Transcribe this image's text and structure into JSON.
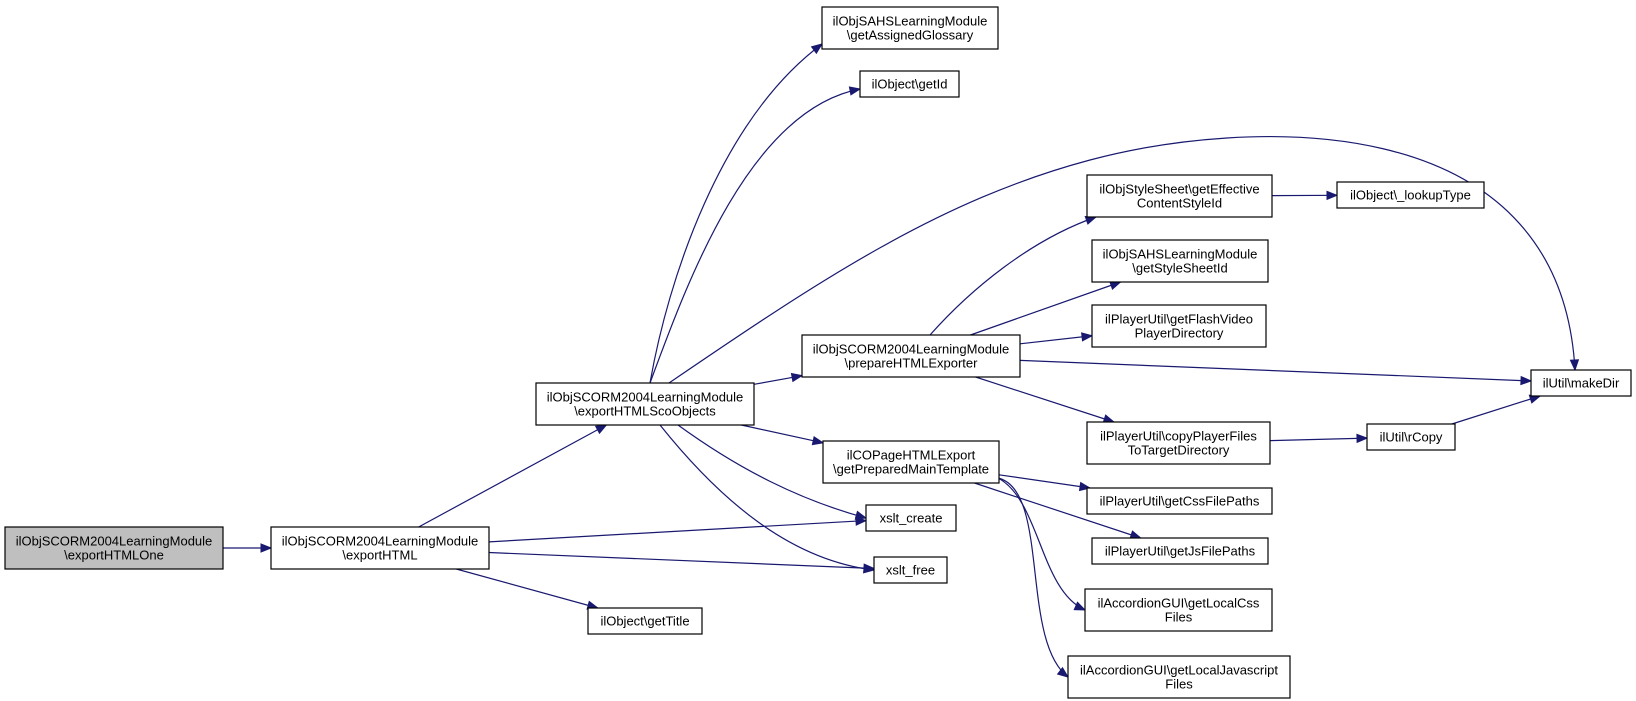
{
  "colors": {
    "edge": "#191970",
    "node_fill": "#ffffff",
    "root_fill": "#bfbfbf",
    "border": "#000000"
  },
  "nodes": [
    {
      "id": "exportHTMLOne",
      "lines": [
        "ilObjSCORM2004LearningModule",
        "\\exportHTMLOne"
      ],
      "root": true
    },
    {
      "id": "exportHTML",
      "lines": [
        "ilObjSCORM2004LearningModule",
        "\\exportHTML"
      ]
    },
    {
      "id": "exportHTMLScoObjects",
      "lines": [
        "ilObjSCORM2004LearningModule",
        "\\exportHTMLScoObjects"
      ]
    },
    {
      "id": "getTitle",
      "lines": [
        "ilObject\\getTitle"
      ]
    },
    {
      "id": "xslt_create",
      "lines": [
        "xslt_create"
      ]
    },
    {
      "id": "xslt_free",
      "lines": [
        "xslt_free"
      ]
    },
    {
      "id": "getAssignedGlossary",
      "lines": [
        "ilObjSAHSLearningModule",
        "\\getAssignedGlossary"
      ]
    },
    {
      "id": "getId",
      "lines": [
        "ilObject\\getId"
      ]
    },
    {
      "id": "prepareHTMLExporter",
      "lines": [
        "ilObjSCORM2004LearningModule",
        "\\prepareHTMLExporter"
      ]
    },
    {
      "id": "getPreparedMainTemplate",
      "lines": [
        "ilCOPageHTMLExport",
        "\\getPreparedMainTemplate"
      ]
    },
    {
      "id": "getEffectiveContentStyleId",
      "lines": [
        "ilObjStyleSheet\\getEffective",
        "ContentStyleId"
      ]
    },
    {
      "id": "getStyleSheetId",
      "lines": [
        "ilObjSAHSLearningModule",
        "\\getStyleSheetId"
      ]
    },
    {
      "id": "getFlashVideoPlayerDirectory",
      "lines": [
        "ilPlayerUtil\\getFlashVideo",
        "PlayerDirectory"
      ]
    },
    {
      "id": "copyPlayerFilesToTargetDirectory",
      "lines": [
        "ilPlayerUtil\\copyPlayerFiles",
        "ToTargetDirectory"
      ]
    },
    {
      "id": "getCssFilePaths",
      "lines": [
        "ilPlayerUtil\\getCssFilePaths"
      ]
    },
    {
      "id": "getJsFilePaths",
      "lines": [
        "ilPlayerUtil\\getJsFilePaths"
      ]
    },
    {
      "id": "getLocalCssFiles",
      "lines": [
        "ilAccordionGUI\\getLocalCss",
        "Files"
      ]
    },
    {
      "id": "getLocalJavascriptFiles",
      "lines": [
        "ilAccordionGUI\\getLocalJavascript",
        "Files"
      ]
    },
    {
      "id": "lookupType",
      "lines": [
        "ilObject\\_lookupType"
      ]
    },
    {
      "id": "rCopy",
      "lines": [
        "ilUtil\\rCopy"
      ]
    },
    {
      "id": "makeDir",
      "lines": [
        "ilUtil\\makeDir"
      ]
    }
  ],
  "edges": [
    [
      "exportHTMLOne",
      "exportHTML"
    ],
    [
      "exportHTML",
      "exportHTMLScoObjects"
    ],
    [
      "exportHTML",
      "xslt_create"
    ],
    [
      "exportHTML",
      "xslt_free"
    ],
    [
      "exportHTML",
      "getTitle"
    ],
    [
      "exportHTMLScoObjects",
      "getAssignedGlossary"
    ],
    [
      "exportHTMLScoObjects",
      "getId"
    ],
    [
      "exportHTMLScoObjects",
      "makeDir"
    ],
    [
      "exportHTMLScoObjects",
      "prepareHTMLExporter"
    ],
    [
      "exportHTMLScoObjects",
      "getPreparedMainTemplate"
    ],
    [
      "exportHTMLScoObjects",
      "xslt_create"
    ],
    [
      "exportHTMLScoObjects",
      "xslt_free"
    ],
    [
      "prepareHTMLExporter",
      "getEffectiveContentStyleId"
    ],
    [
      "prepareHTMLExporter",
      "getStyleSheetId"
    ],
    [
      "prepareHTMLExporter",
      "getFlashVideoPlayerDirectory"
    ],
    [
      "prepareHTMLExporter",
      "makeDir"
    ],
    [
      "prepareHTMLExporter",
      "copyPlayerFilesToTargetDirectory"
    ],
    [
      "getEffectiveContentStyleId",
      "lookupType"
    ],
    [
      "copyPlayerFilesToTargetDirectory",
      "rCopy"
    ],
    [
      "rCopy",
      "makeDir"
    ],
    [
      "getPreparedMainTemplate",
      "getCssFilePaths"
    ],
    [
      "getPreparedMainTemplate",
      "getJsFilePaths"
    ],
    [
      "getPreparedMainTemplate",
      "getLocalCssFiles"
    ],
    [
      "getPreparedMainTemplate",
      "getLocalJavascriptFiles"
    ]
  ]
}
